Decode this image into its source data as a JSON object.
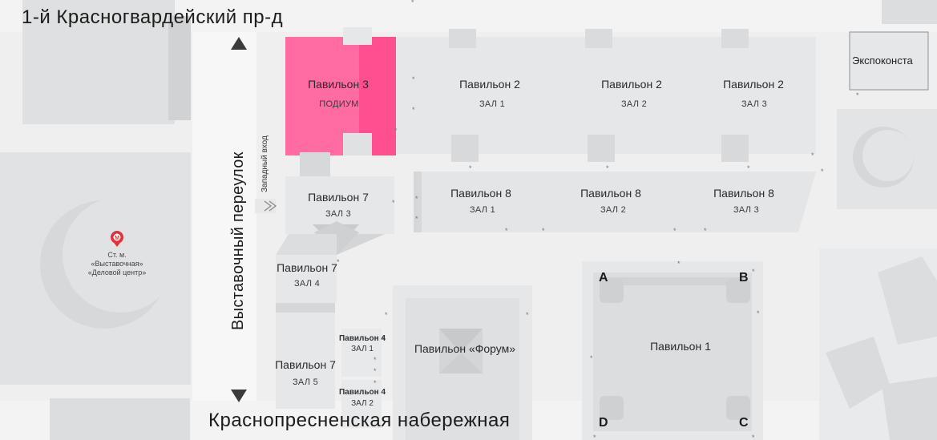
{
  "streets": {
    "top": "1-й Красногвардейский пр-д",
    "bottom": "Краснопресненская набережная",
    "left": "Выставочный переулок"
  },
  "entrance": "Западный вход",
  "metro": {
    "line1": "Ст. м.",
    "line2": "«Выставочная»",
    "line3": "«Деловой центр»",
    "color": "#e0313a"
  },
  "highlight_color": "#ff5f9b",
  "pavilions": {
    "p3": {
      "name": "Павильон 3",
      "hall": "ПОДИУМ"
    },
    "p2_1": {
      "name": "Павильон 2",
      "hall": "ЗАЛ 1"
    },
    "p2_2": {
      "name": "Павильон 2",
      "hall": "ЗАЛ 2"
    },
    "p2_3": {
      "name": "Павильон 2",
      "hall": "ЗАЛ 3"
    },
    "p8_1": {
      "name": "Павильон 8",
      "hall": "ЗАЛ 1"
    },
    "p8_2": {
      "name": "Павильон 8",
      "hall": "ЗАЛ 2"
    },
    "p8_3": {
      "name": "Павильон 8",
      "hall": "ЗАЛ 3"
    },
    "p7_3": {
      "name": "Павильон 7",
      "hall": "ЗАЛ 3"
    },
    "p7_4": {
      "name": "Павильон 7",
      "hall": "ЗАЛ 4"
    },
    "p7_5": {
      "name": "Павильон 7",
      "hall": "ЗАЛ 5"
    },
    "p4_1": {
      "name": "Павильон 4",
      "hall": "ЗАЛ 1"
    },
    "p4_2": {
      "name": "Павильон 4",
      "hall": "ЗАЛ 2"
    },
    "forum": {
      "name": "Павильон «Форум»"
    },
    "p1": {
      "name": "Павильон 1"
    },
    "expo": {
      "name": "Экспоконста"
    }
  },
  "corners": {
    "a": "A",
    "b": "B",
    "c": "C",
    "d": "D"
  }
}
